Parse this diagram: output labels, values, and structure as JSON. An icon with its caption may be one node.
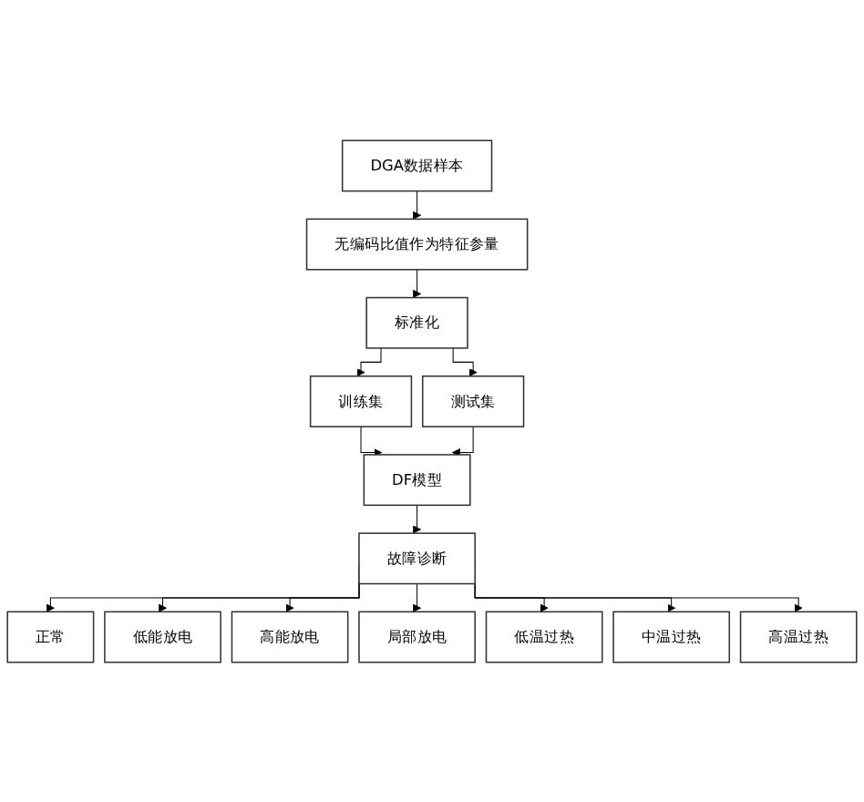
{
  "diagram": {
    "nodes": [
      {
        "text": [
          "DGA数据样本"
        ]
      },
      {
        "text": [
          "无编码比值作为特征参量"
        ]
      },
      {
        "text": [
          "标准化"
        ]
      },
      {
        "text": [
          "训练集"
        ]
      },
      {
        "text": [
          "测试集"
        ]
      },
      {
        "text": [
          "DF模型"
        ]
      },
      {
        "text": [
          "故障诊断"
        ]
      },
      {
        "text": [
          "正常"
        ]
      },
      {
        "text": [
          "低能放电"
        ]
      },
      {
        "text": [
          "高能放电"
        ]
      },
      {
        "text": [
          "局部放电"
        ]
      },
      {
        "text": [
          "低温过热"
        ]
      },
      {
        "text": [
          "中温过热"
        ]
      },
      {
        "text": [
          "高温过热"
        ]
      }
    ],
    "edges": [
      {
        "from": 0,
        "to": 1,
        "arrow": "to"
      },
      {
        "from": 1,
        "to": 2,
        "arrow": "to"
      },
      {
        "from": 2,
        "to": 3,
        "arrow": "to"
      },
      {
        "from": 2,
        "to": 4,
        "arrow": "to"
      },
      {
        "from": 3,
        "to": 5,
        "arrow": "to"
      },
      {
        "from": 4,
        "to": 5,
        "arrow": "to"
      },
      {
        "from": 5,
        "to": 6,
        "arrow": "to"
      },
      {
        "from": 6,
        "to": 7,
        "arrow": "to"
      },
      {
        "from": 6,
        "to": 8,
        "arrow": "to"
      },
      {
        "from": 6,
        "to": 9,
        "arrow": "to"
      },
      {
        "from": 6,
        "to": 10,
        "arrow": "to"
      },
      {
        "from": 6,
        "to": 11,
        "arrow": "to"
      },
      {
        "from": 6,
        "to": 12,
        "arrow": "to"
      },
      {
        "from": 6,
        "to": 13,
        "arrow": "to"
      }
    ]
  }
}
